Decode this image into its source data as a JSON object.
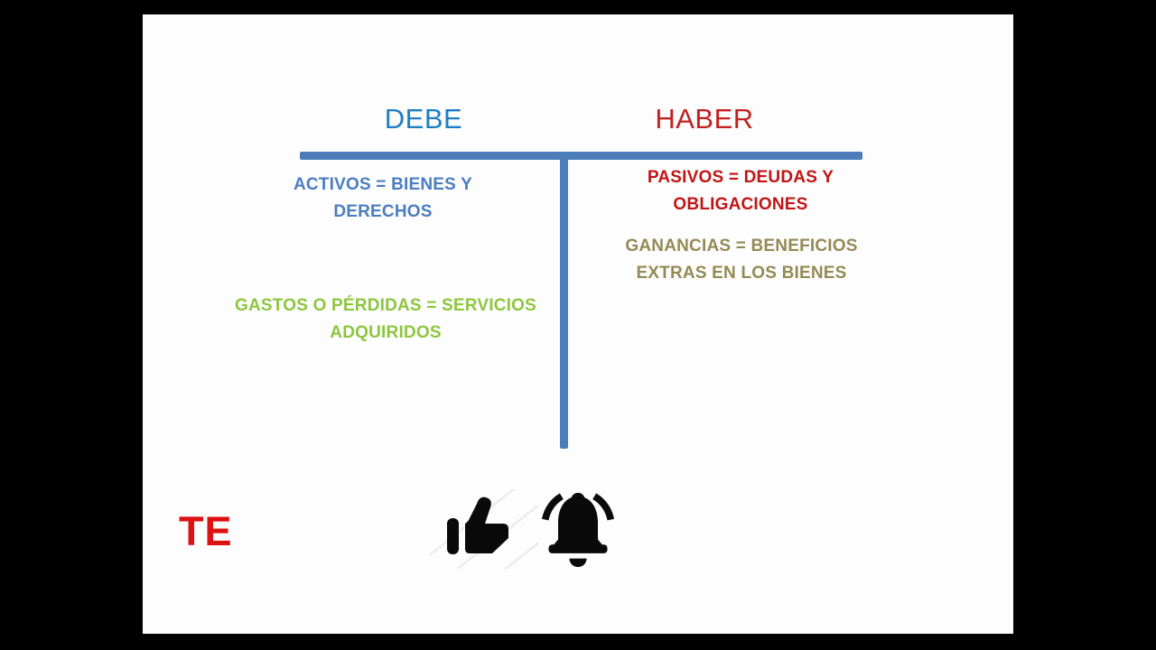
{
  "frame": {
    "background": "#000000",
    "slide_background": "#fdfdfd"
  },
  "colors": {
    "line": "#4a7db9",
    "debe": "#1f7ec0",
    "haber": "#c32020",
    "activos": "#4a7ebf",
    "pasivos": "#c01616",
    "ganancias": "#948a54",
    "gastos": "#8dc63f",
    "cta": "#dd1111",
    "icon": "#0a0a0a"
  },
  "taccount": {
    "left_header": "DEBE",
    "right_header": "HABER",
    "left_entries": [
      "ACTIVOS = BIENES Y DERECHOS",
      "GASTOS O PÉRDIDAS = SERVICIOS ADQUIRIDOS"
    ],
    "right_entries": [
      "PASIVOS = DEUDAS Y OBLIGACIONES",
      "GANANCIAS = BENEFICIOS EXTRAS EN LOS BIENES"
    ]
  },
  "footer": {
    "cta_text": "TE",
    "icons": [
      "thumbs-up-icon",
      "bell-icon"
    ]
  }
}
